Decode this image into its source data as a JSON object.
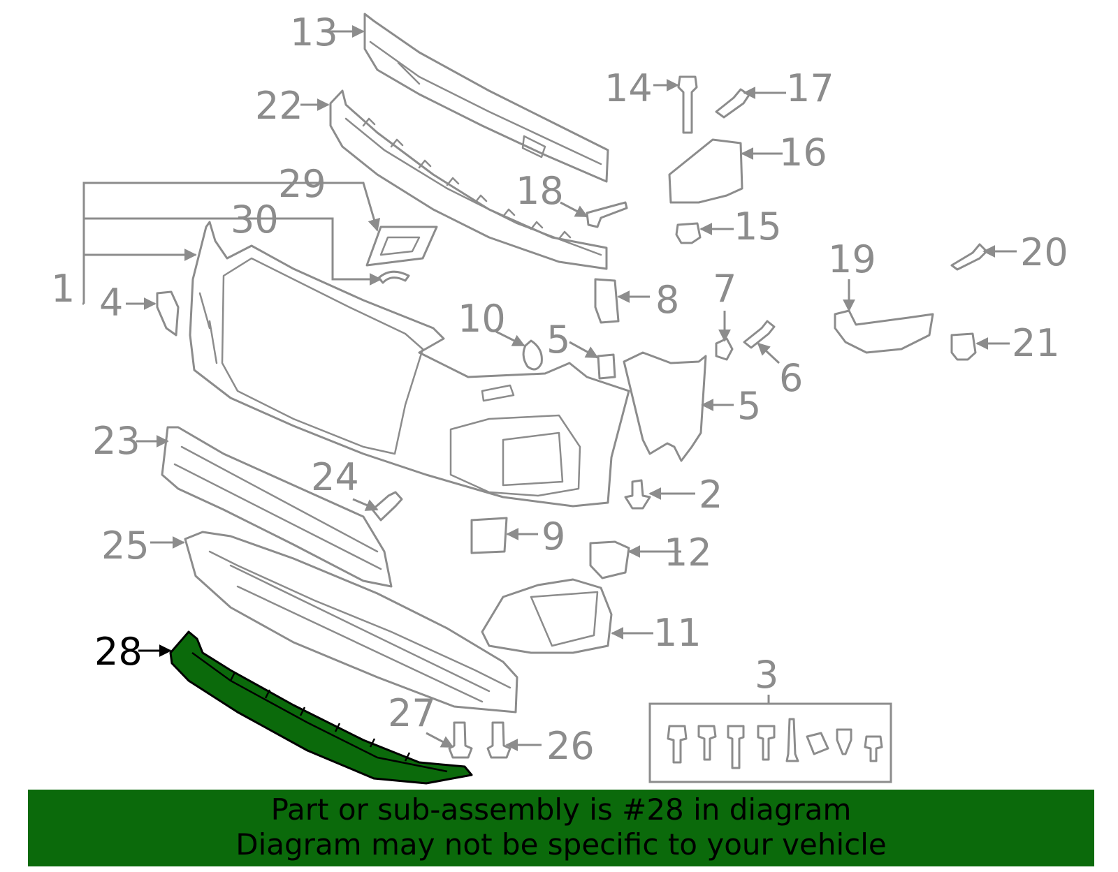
{
  "callouts": {
    "c1": "1",
    "c2": "2",
    "c3": "3",
    "c4": "4",
    "c5a": "5",
    "c5b": "5",
    "c6": "6",
    "c7": "7",
    "c8": "8",
    "c9": "9",
    "c10": "10",
    "c11": "11",
    "c12": "12",
    "c13": "13",
    "c14": "14",
    "c15": "15",
    "c16": "16",
    "c17": "17",
    "c18": "18",
    "c19": "19",
    "c20": "20",
    "c21": "21",
    "c22": "22",
    "c23": "23",
    "c24": "24",
    "c25": "25",
    "c26": "26",
    "c27": "27",
    "c28": "28",
    "c29": "29",
    "c30": "30"
  },
  "highlighted_part": "28",
  "colors": {
    "highlight": "#0b6a0b",
    "line": "#8c8c8c",
    "banner": "#0b6a0b"
  },
  "banner": {
    "line1": "Part or sub-assembly is #28 in diagram",
    "line2": "Diagram may not be specific to your vehicle"
  }
}
